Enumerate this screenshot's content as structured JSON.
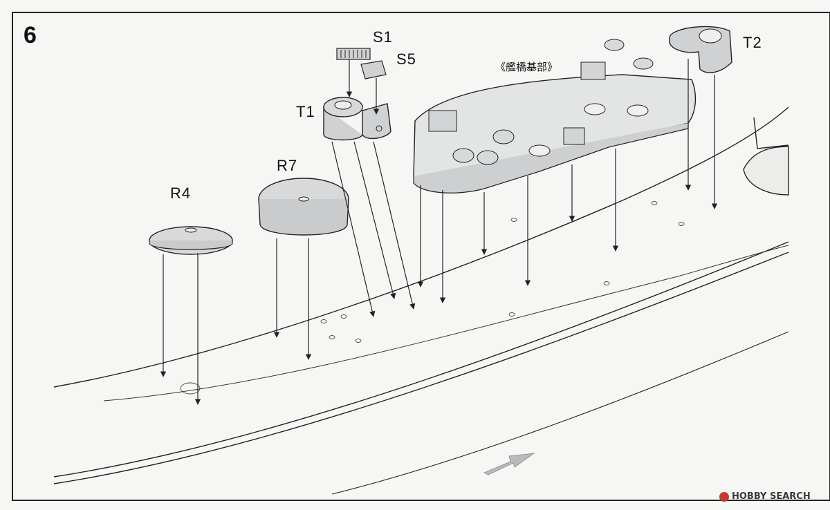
{
  "step_number": "6",
  "labels": {
    "s1": "S1",
    "s5": "S5",
    "t1": "T1",
    "t2": "T2",
    "r7": "R7",
    "r4": "R4",
    "bridge_base": "《艦橋基部》"
  },
  "watermark": "HOBBY SEARCH",
  "colors": {
    "line": "#222222",
    "part_fill": "#d7d9da",
    "paper": "#f6f6f4",
    "watermark_logo": "#c53a2c"
  }
}
